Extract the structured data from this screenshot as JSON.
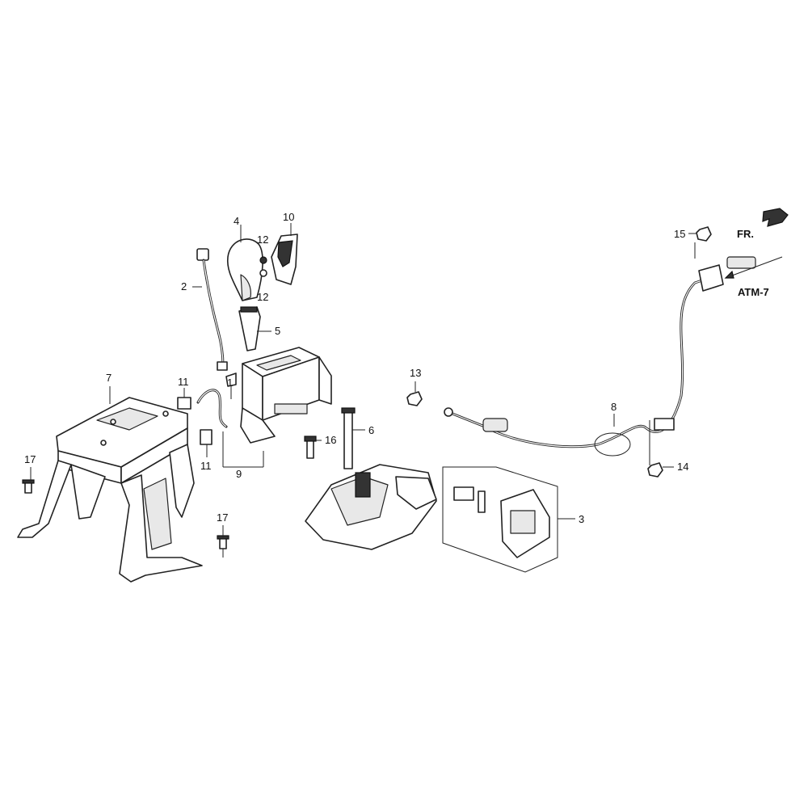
{
  "labels": {
    "p1": "1",
    "p2": "2",
    "p3": "3",
    "p4": "4",
    "p5": "5",
    "p6": "6",
    "p7": "7",
    "p8": "8",
    "p9": "9",
    "p10": "10",
    "p11a": "11",
    "p11b": "11",
    "p12a": "12",
    "p12b": "12",
    "p13": "13",
    "p14": "14",
    "p15": "15",
    "p16": "16",
    "p17a": "17",
    "p17b": "17"
  },
  "refs": {
    "front": "FR.",
    "section": "ATM-7"
  }
}
